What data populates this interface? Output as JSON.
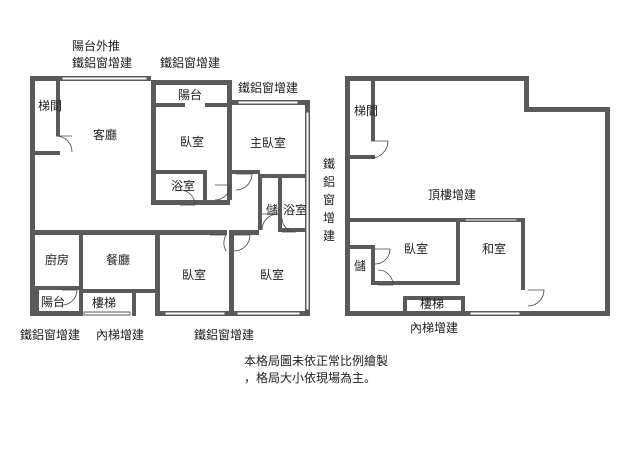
{
  "left_plan": {
    "rooms": {
      "stairs": "梯間",
      "living": "客廳",
      "balcony": "陽台",
      "bedroom_a": "臥室",
      "bathroom_a": "浴室",
      "master_bedroom": "主臥室",
      "storage": "儲",
      "bathroom_b": "浴室",
      "kitchen": "廚房",
      "dining": "餐廳",
      "bedroom_b": "臥室",
      "bedroom_c": "臥室",
      "balcony_small": "陽台",
      "staircase": "樓梯"
    },
    "annotations": {
      "balcony_extension": "陽台外推",
      "window_add_top_left": "鐵鋁窗增建",
      "window_add_top_mid": "鐵鋁窗增建",
      "window_add_top_right": "鐵鋁窗增建",
      "window_add_right_vertical": "鐵鋁窗增建",
      "window_add_bottom_left": "鐵鋁窗增建",
      "stair_add_bottom": "內梯增建",
      "window_add_bottom_right": "鐵鋁窗增建"
    }
  },
  "right_plan": {
    "rooms": {
      "stairs": "梯間",
      "rooftop_addition": "頂樓增建",
      "bedroom": "臥室",
      "japanese_room": "和室",
      "storage": "儲",
      "staircase": "樓梯"
    },
    "annotations": {
      "stair_add_bottom": "內梯增建"
    }
  },
  "notes": {
    "line1": "本格局圖未依正常比例繪製",
    "line2": "，格局大小依現場為主。"
  }
}
